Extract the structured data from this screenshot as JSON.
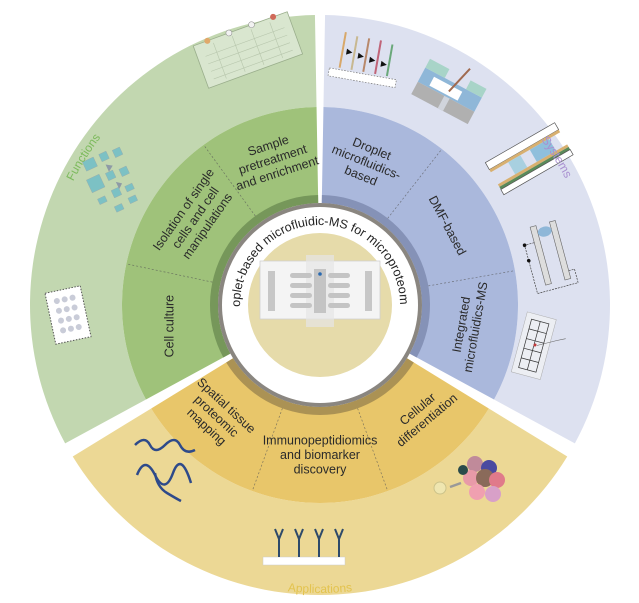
{
  "center": {
    "title": "Droplet-based microfluidic-MS for microproteomics",
    "icon": "microfluidic-chip-icon"
  },
  "sections": [
    {
      "id": "functions",
      "title": "Functions",
      "colors": {
        "outer": "#c2d7b0",
        "inner": "#9fc27a",
        "title": "#7cba5c",
        "edge": "#6f8f55"
      },
      "items": [
        {
          "label_lines": [
            "Sample",
            "pretreatment",
            "and enrichment"
          ]
        },
        {
          "label_lines": [
            "Isolation of single",
            "cells and cell",
            "manipulations"
          ]
        },
        {
          "label_lines": [
            "Cell culture"
          ]
        }
      ],
      "icons": [
        "droplet-array-chip-icon",
        "cell-trap-array-icon",
        "cell-culture-plate-icon"
      ]
    },
    {
      "id": "systems",
      "title": "Systems",
      "colors": {
        "outer": "#dde1f0",
        "inner": "#aab8dc",
        "title": "#a98fd0",
        "edge": "#7f8bb0"
      },
      "items": [
        {
          "label_lines": [
            "Droplet",
            "microfluidics-",
            "based"
          ]
        },
        {
          "label_lines": [
            "DMF-based"
          ]
        },
        {
          "label_lines": [
            "Integrated",
            "microfluidics-MS"
          ]
        }
      ],
      "icons": [
        "capillary-array-icon",
        "chip-cross-section-icon",
        "dmf-device-icon",
        "electrode-circuit-icon",
        "emitter-grid-chip-icon"
      ]
    },
    {
      "id": "applications",
      "title": "Applications",
      "colors": {
        "outer": "#ecd895",
        "inner": "#e8c66a",
        "title": "#e3c34e",
        "edge": "#a08850"
      },
      "items": [
        {
          "label_lines": [
            "Spatial tissue",
            "proteomic",
            "mapping"
          ]
        },
        {
          "label_lines": [
            "Immunopeptidiomics",
            "and biomarker",
            "discovery"
          ]
        },
        {
          "label_lines": [
            "Cellular",
            "differentiation"
          ]
        }
      ],
      "icons": [
        "protein-strand-icon",
        "antibody-array-icon",
        "cell-cluster-icon"
      ]
    }
  ]
}
